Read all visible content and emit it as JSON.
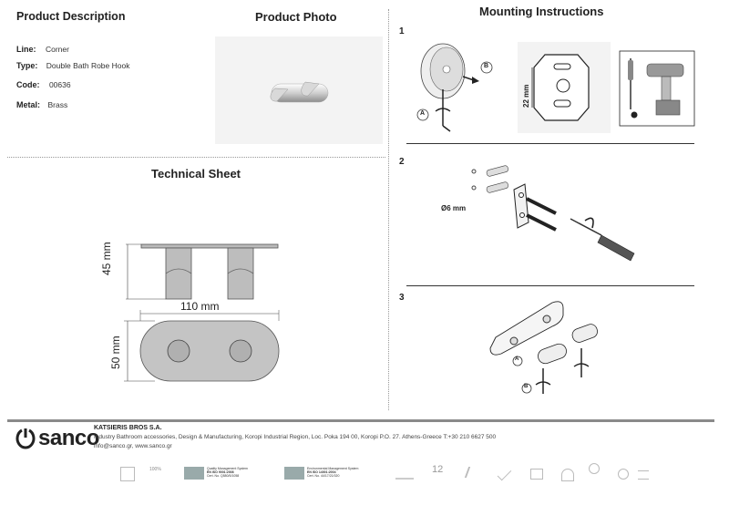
{
  "product_description": {
    "title": "Product Description",
    "fields": [
      {
        "label": "Line:",
        "value": "Corner"
      },
      {
        "label": "Type:",
        "value": "Double Bath Robe Hook"
      },
      {
        "label": "Code:",
        "value": "00636"
      },
      {
        "label": "Metal:",
        "value": "Brass"
      }
    ]
  },
  "product_photo": {
    "title": "Product Photo"
  },
  "technical_sheet": {
    "title": "Technical Sheet",
    "dim_height": "45 mm",
    "dim_width": "110 mm",
    "dim_depth": "50 mm"
  },
  "mounting": {
    "title": "Mounting Instructions",
    "steps": [
      {
        "num": "1",
        "label_a": "A",
        "label_b": "B",
        "dim": "22 mm"
      },
      {
        "num": "2",
        "dim": "Ø6 mm"
      },
      {
        "num": "3",
        "label_a": "A",
        "label_b": "B"
      }
    ]
  },
  "footer": {
    "brand": "sanco",
    "company": "KATSIERIS BROS S.A.",
    "line1": "Industry Bathroom accessories, Design & Manufacturing, Koropi Industrial Region, Loc. Poka 194 00, Koropi P.O. 27. Athens-Greece   T:+30 210 6627 500",
    "line2": "info@sanco.gr, www.sanco.gr",
    "cert1_title": "Quality Management System",
    "cert1_std": "EN ISO 9001:2008",
    "cert1_no": "Cert. No. Q580/5/1058",
    "cert2_title": "Environmental Management System",
    "cert2_std": "EN ISO 14001:2004",
    "cert2_no": "Cert. No. 44/17/21/020",
    "badge_100": "100%",
    "badge_12": "12"
  },
  "colors": {
    "accent": "#8a8a8a",
    "text": "#222222",
    "metal": "#c9c9c9"
  }
}
